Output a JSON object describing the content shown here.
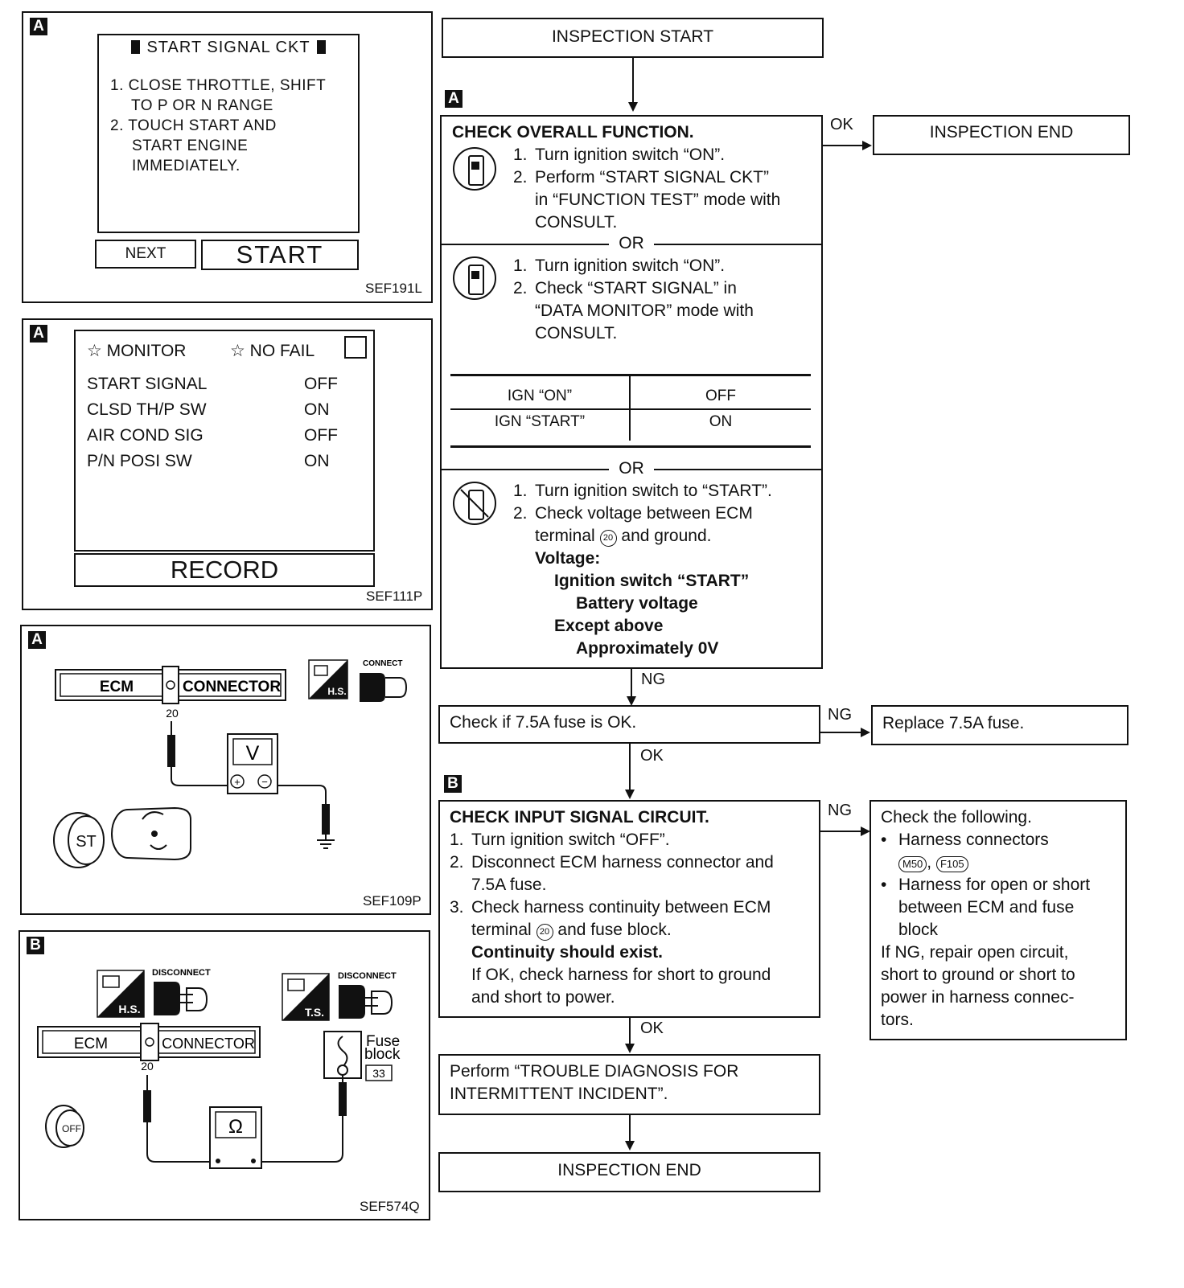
{
  "panel_start_ckt": {
    "letter": "A",
    "title": "START SIGNAL CKT",
    "step1_num": "1.",
    "step1_line1": "CLOSE THROTTLE, SHIFT",
    "step1_line2": "TO P OR N RANGE",
    "step2_num": "2.",
    "step2_line1": "TOUCH START AND",
    "step2_line2": "START ENGINE",
    "step2_line3": "IMMEDIATELY.",
    "next_label": "NEXT",
    "start_label": "START",
    "code": "SEF191L"
  },
  "panel_monitor": {
    "letter": "A",
    "monitor_label": "MONITOR",
    "no_fail_label": "NO FAIL",
    "rows": [
      {
        "name": "START SIGNAL",
        "value": "OFF"
      },
      {
        "name": "CLSD TH/P SW",
        "value": "ON"
      },
      {
        "name": "AIR COND SIG",
        "value": "OFF"
      },
      {
        "name": "P/N POSI SW",
        "value": "ON"
      }
    ],
    "record_label": "RECORD",
    "code": "SEF111P"
  },
  "panel_voltage": {
    "letter": "A",
    "ecm_label": "ECM",
    "connector_label": "CONNECTOR",
    "terminal": "20",
    "hs_label": "H.S.",
    "connect_label": "CONNECT",
    "meter_label": "V",
    "key_label": "ST",
    "code": "SEF109P"
  },
  "panel_continuity": {
    "letter": "B",
    "hs_label": "H.S.",
    "ts_label": "T.S.",
    "disconnect_label_1": "DISCONNECT",
    "disconnect_label_2": "DISCONNECT",
    "ecm_label": "ECM",
    "connector_label": "CONNECTOR",
    "terminal": "20",
    "fuse_line1": "Fuse",
    "fuse_line2": "block",
    "fuse_number": "33",
    "meter_label": "Ω",
    "key_label": "OFF",
    "code": "SEF574Q"
  },
  "flow": {
    "inspection_start": "INSPECTION START",
    "letter_a": "A",
    "letter_b": "B",
    "ok1": "OK",
    "inspection_end_top": "INSPECTION END",
    "check_overall": {
      "title": "CHECK OVERALL FUNCTION.",
      "s1_num": "1.",
      "s1": "Turn ignition switch “ON”.",
      "s2_num": "2.",
      "s2_line1": "Perform “START SIGNAL CKT”",
      "s2_line2": "in “FUNCTION TEST” mode with",
      "s2_line3": "CONSULT.",
      "or1": "OR",
      "m1_num": "1.",
      "m1": "Turn ignition switch “ON”.",
      "m2_num": "2.",
      "m2_line1": "Check “START SIGNAL” in",
      "m2_line2": "“DATA MONITOR” mode with",
      "m2_line3": "CONSULT.",
      "table": [
        {
          "cond": "IGN “ON”",
          "value": "OFF"
        },
        {
          "cond": "IGN “START”",
          "value": "ON"
        }
      ],
      "or2": "OR",
      "v1_num": "1.",
      "v1": "Turn ignition switch to “START”.",
      "v2_num": "2.",
      "v2_line1": "Check voltage between ECM",
      "v2_line2a": "terminal",
      "v2_terminal": "20",
      "v2_line2b": "and ground.",
      "voltage_label": "Voltage:",
      "ign_start": "Ignition switch “START”",
      "battery": "Battery voltage",
      "except": "Except above",
      "approx": "Approximately 0V"
    },
    "ng1": "NG",
    "fuse_check": "Check if 7.5A fuse is OK.",
    "ng2": "NG",
    "replace_fuse": "Replace 7.5A fuse.",
    "ok2": "OK",
    "check_input": {
      "title": "CHECK INPUT SIGNAL CIRCUIT.",
      "s1_num": "1.",
      "s1": "Turn ignition switch “OFF”.",
      "s2_num": "2.",
      "s2_line1": "Disconnect ECM harness connector and",
      "s2_line2": "7.5A fuse.",
      "s3_num": "3.",
      "s3_line1": "Check harness continuity between ECM",
      "s3_line2a": "terminal",
      "s3_terminal": "20",
      "s3_line2b": "and fuse block.",
      "continuity": "Continuity should exist.",
      "ifok_line1": "If OK, check harness for short to ground",
      "ifok_line2": "and short to power."
    },
    "ng3": "NG",
    "check_following": {
      "title": "Check the following.",
      "b1": "Harness connectors",
      "conn1": "M50",
      "comma": ",",
      "conn2": "F105",
      "b2_line1": "Harness for open or short",
      "b2_line2": "between ECM and fuse",
      "b2_line3": "block",
      "ng_line1": "If NG, repair open circuit,",
      "ng_line2": "short to ground or short to",
      "ng_line3": "power in harness connec-",
      "ng_line4": "tors."
    },
    "ok3": "OK",
    "perform_line1": "Perform “TROUBLE DIAGNOSIS FOR",
    "perform_line2": "INTERMITTENT INCIDENT”.",
    "inspection_end_bottom": "INSPECTION END"
  }
}
